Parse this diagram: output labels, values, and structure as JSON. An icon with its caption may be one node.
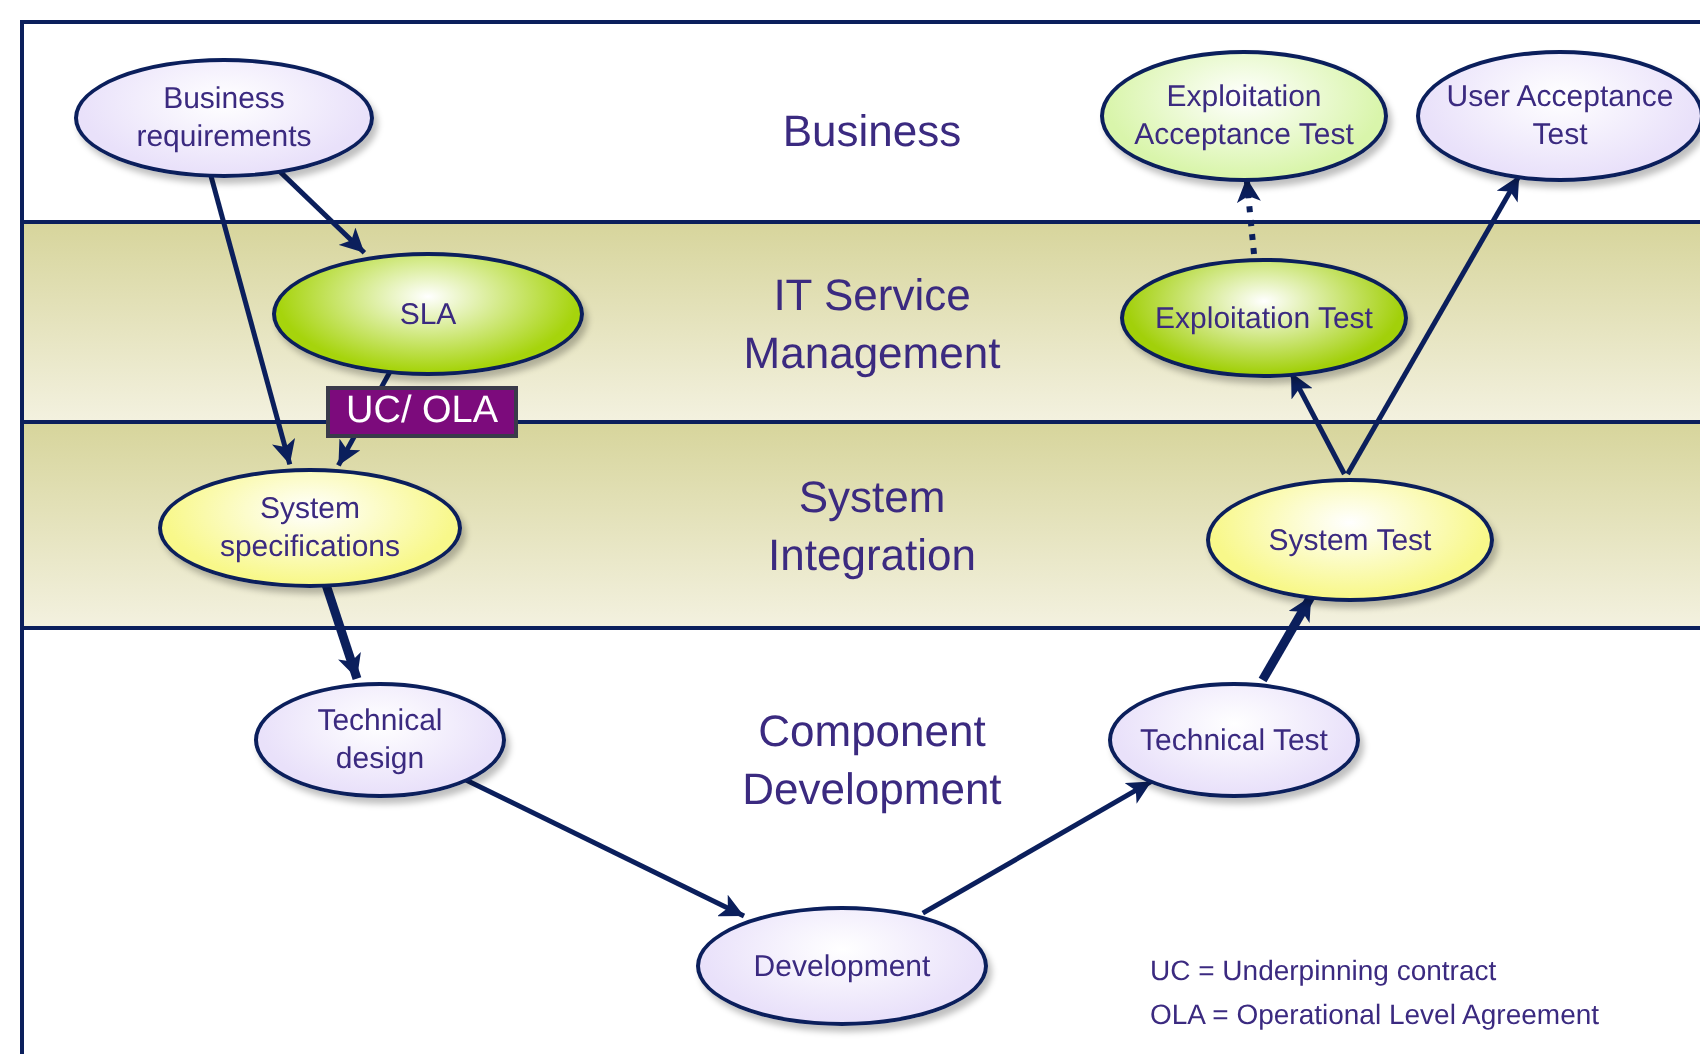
{
  "diagram": {
    "nodes": [
      {
        "text": [
          "Business"
        ]
      },
      {
        "text": [
          "IT Service Management"
        ]
      },
      {
        "text": [
          "System Integration"
        ]
      },
      {
        "text": [
          "Component Development"
        ]
      },
      {
        "text": [
          "Business requirements"
        ],
        "in": 0
      },
      {
        "text": [
          "Exploitation Acceptance Test"
        ],
        "in": 0
      },
      {
        "text": [
          "User Acceptance Test"
        ],
        "in": 0
      },
      {
        "text": [
          "SLA"
        ],
        "in": 1
      },
      {
        "text": [
          "Exploitation Test"
        ],
        "in": 1
      },
      {
        "text": [
          "System specifications"
        ],
        "in": 2
      },
      {
        "text": [
          "System Test"
        ],
        "in": 2
      },
      {
        "text": [
          "Technical design"
        ],
        "in": 3
      },
      {
        "text": [
          "Technical Test"
        ],
        "in": 3
      },
      {
        "text": [
          "Development"
        ],
        "in": 3
      }
    ],
    "edges": [
      {
        "from": 4,
        "to": 7,
        "arrow": "to"
      },
      {
        "from": 4,
        "to": 9,
        "arrow": "to"
      },
      {
        "from": 7,
        "to": 9,
        "arrow": "to",
        "label": "UC/ OLA"
      },
      {
        "from": 9,
        "to": 11,
        "arrow": "to",
        "style": "thick"
      },
      {
        "from": 11,
        "to": 13,
        "arrow": "to"
      },
      {
        "from": 13,
        "to": 12,
        "arrow": "to"
      },
      {
        "from": 12,
        "to": 10,
        "arrow": "to",
        "style": "thick"
      },
      {
        "from": 10,
        "to": 8,
        "arrow": "to"
      },
      {
        "from": 10,
        "to": 6,
        "arrow": "to"
      },
      {
        "from": 8,
        "to": 5,
        "arrow": "to",
        "style": "dashed"
      }
    ],
    "labels": [
      "UC = Underpinning contract",
      "OLA = Operational Level Agreement"
    ]
  }
}
